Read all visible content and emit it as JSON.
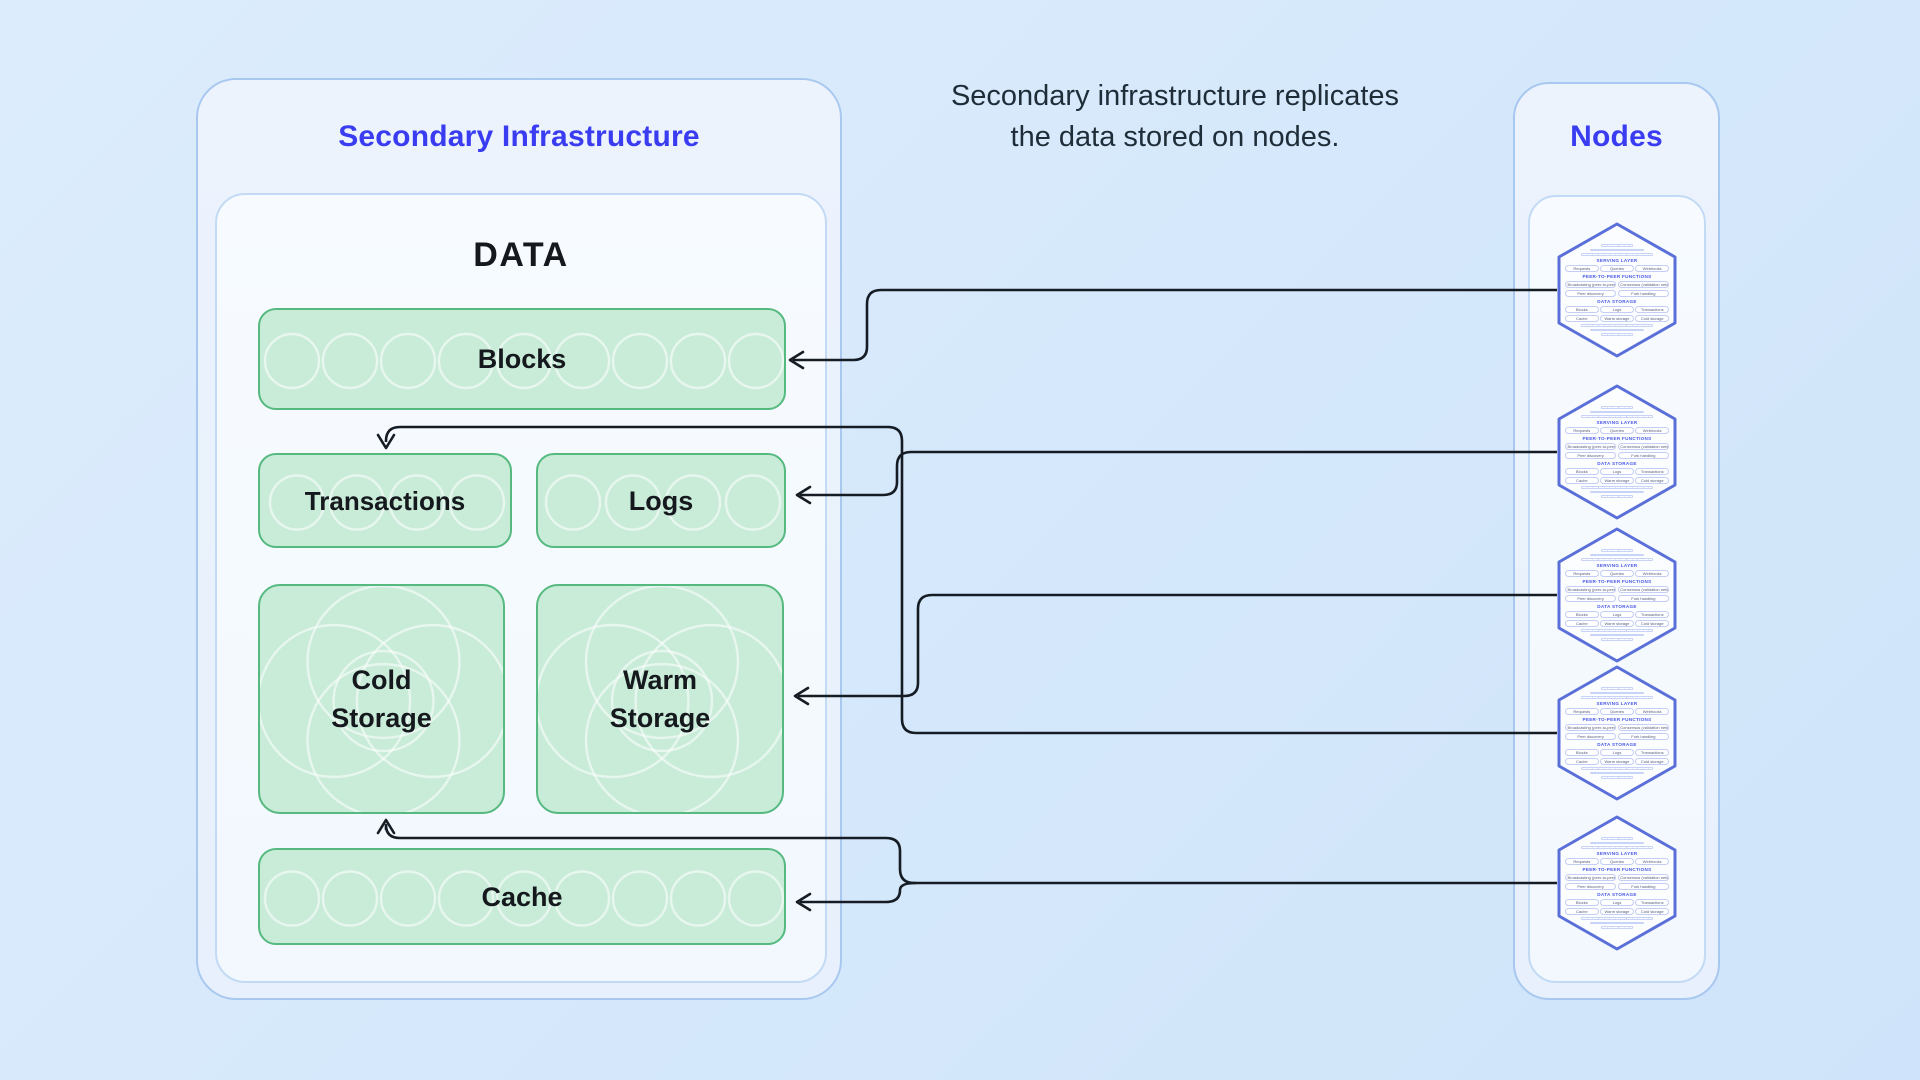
{
  "caption": {
    "line1": "Secondary infrastructure replicates",
    "line2": "the data stored on nodes."
  },
  "left_panel": {
    "title": "Secondary Infrastructure",
    "card_title": "DATA",
    "boxes": {
      "blocks": "Blocks",
      "transactions": "Transactions",
      "logs": "Logs",
      "cold_storage_line1": "Cold",
      "cold_storage_line2": "Storage",
      "warm_storage_line1": "Warm",
      "warm_storage_line2": "Storage",
      "cache": "Cache"
    }
  },
  "nodes_panel": {
    "title": "Nodes",
    "node_count": 5,
    "hexagon_sections": [
      {
        "heading": "SERVING LAYER",
        "pill_rows": [
          [
            "Requests",
            "Queries",
            "Webhooks"
          ]
        ]
      },
      {
        "heading": "PEER-TO-PEER FUNCTIONS",
        "pill_rows": [
          [
            "Broadcasting (peer-to-peer network)",
            "Consensus (validation network)"
          ],
          [
            "Peer discovery",
            "Fork handling"
          ]
        ]
      },
      {
        "heading": "DATA STORAGE",
        "pill_rows": [
          [
            "Blocks",
            "Logs",
            "Transactions"
          ],
          [
            "Cache",
            "Warm storage",
            "Cold storage"
          ]
        ]
      }
    ]
  },
  "connections": [
    {
      "from": "node-1",
      "to": "blocks"
    },
    {
      "from": "node-2",
      "to": "logs"
    },
    {
      "from": "node-3",
      "to": "warm-storage"
    },
    {
      "from": "node-4",
      "to": "transactions"
    },
    {
      "from": "node-5",
      "to": "cold-storage"
    },
    {
      "from": "node-5",
      "to": "cache"
    }
  ],
  "colors": {
    "background": "#d5e8fb",
    "panel_fill": "#e9f1fd",
    "panel_border": "#a8c8f0",
    "card_fill": "#f6faff",
    "card_border": "#c3daf5",
    "green_fill": "#c9ecd9",
    "green_border": "#55b980",
    "title_blue": "#3a3cf1",
    "text_dark": "#15181d",
    "connector": "#161c24",
    "hex_stroke": "#5a6fd8",
    "hex_heading": "#4758e8"
  }
}
